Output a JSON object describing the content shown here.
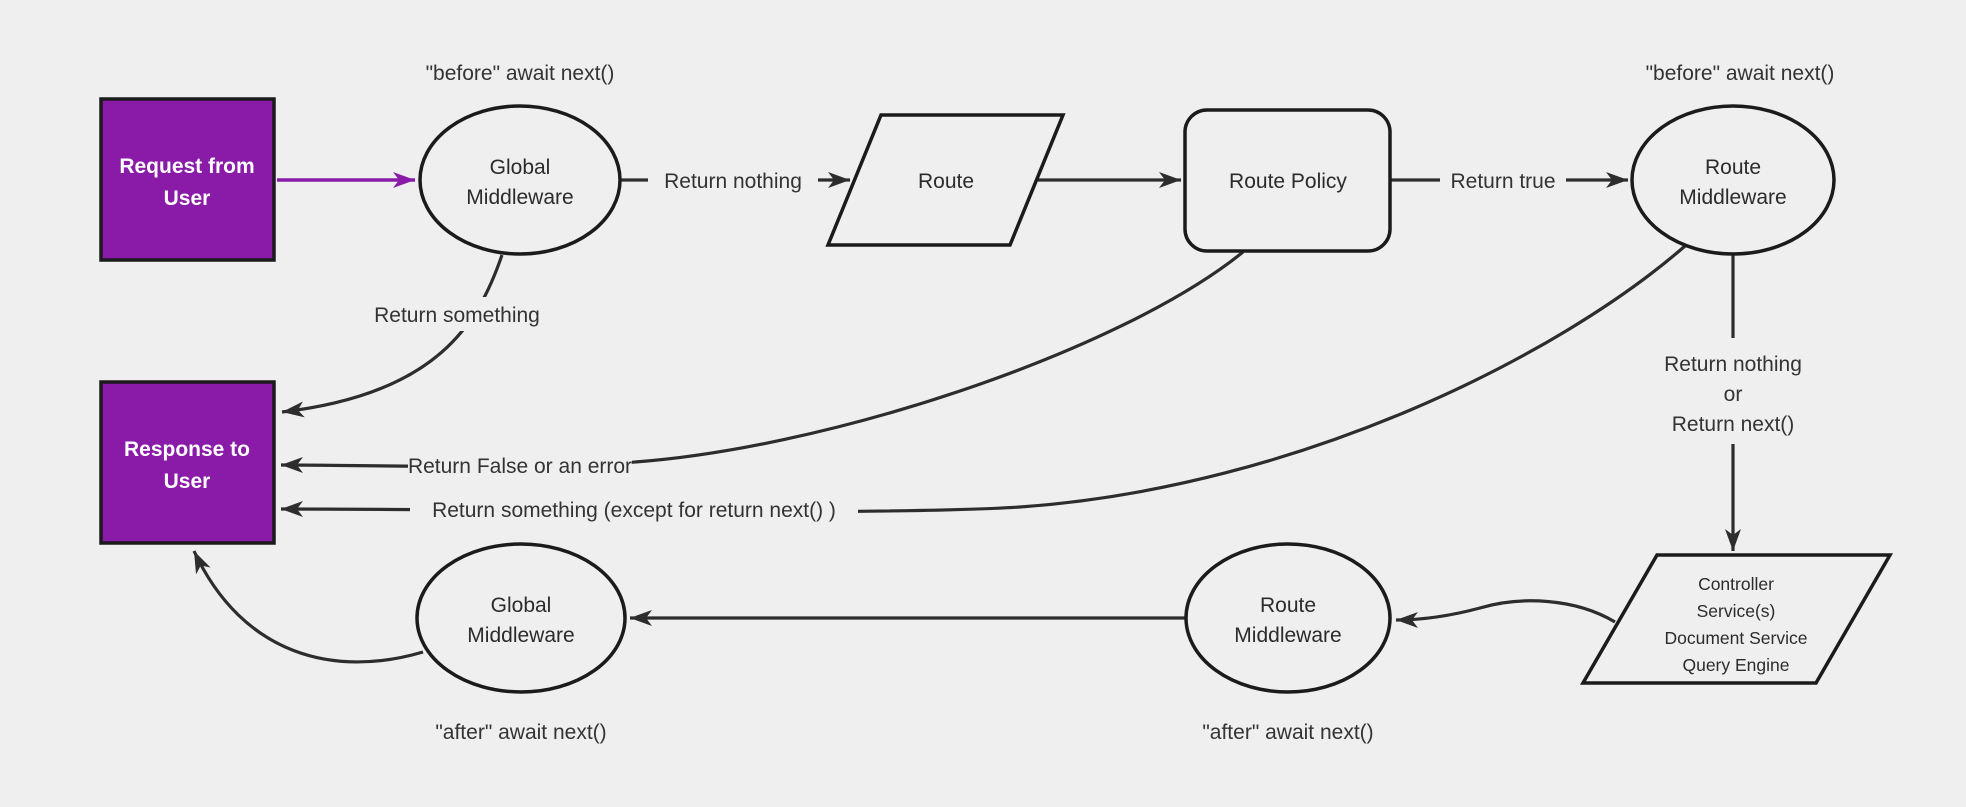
{
  "diagram": {
    "background_color": "#efefef",
    "accent_purple": "#8a1ba8",
    "line_color": "#2d2d2d",
    "shape_stroke_color": "#1b1b1b",
    "text_color": "#333333"
  },
  "nodes": {
    "request": {
      "line1": "Request from",
      "line2": "User"
    },
    "global_mw_top": {
      "line1": "Global",
      "line2": "Middleware"
    },
    "route": {
      "label": "Route"
    },
    "route_policy": {
      "label": "Route Policy"
    },
    "route_mw_top": {
      "line1": "Route",
      "line2": "Middleware"
    },
    "controller": {
      "line1": "Controller",
      "line2": "Service(s)",
      "line3": "Document Service",
      "line4": "Query Engine"
    },
    "route_mw_bottom": {
      "line1": "Route",
      "line2": "Middleware"
    },
    "global_mw_bottom": {
      "line1": "Global",
      "line2": "Middleware"
    },
    "response": {
      "line1": "Response to",
      "line2": "User"
    }
  },
  "labels": {
    "before_await": "\"before\" await next()",
    "after_await": "\"after\" await next()",
    "return_nothing": "Return nothing",
    "return_true": "Return true",
    "return_something": "Return something",
    "return_false_or_error": "Return False or an error",
    "return_something_except": "Return something (except for return next() )",
    "return_nothing_or": {
      "line1": "Return nothing",
      "line2": "or",
      "line3": "Return next()"
    }
  }
}
